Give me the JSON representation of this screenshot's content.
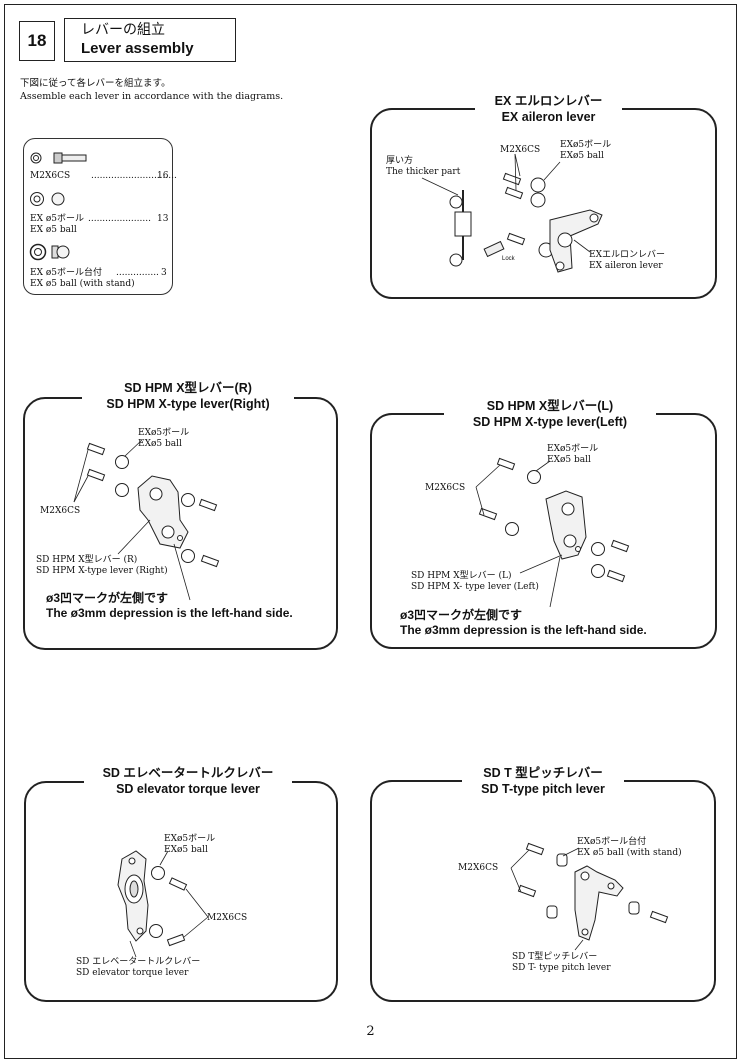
{
  "header": {
    "step_number": "18",
    "title_jp": "レバーの組立",
    "title_en": "Lever assembly"
  },
  "intro": {
    "jp": "下図に従って各レバーを組立ます。",
    "en": "Assemble each lever in accordance with the diagrams."
  },
  "parts": [
    {
      "name": "M2X6CS",
      "qty": "16"
    },
    {
      "name_jp": "EX ø5ボール",
      "name_en": "EX ø5 ball",
      "qty": "13"
    },
    {
      "name_jp": "EX ø5ボール台付",
      "name_en": "EX ø5 ball (with stand)",
      "qty": "3"
    }
  ],
  "panels": {
    "aileron": {
      "title_jp": "EX エルロンレバー",
      "title_en": "EX aileron lever",
      "thick_jp": "厚い方",
      "thick_en": "The thicker part",
      "screw": "M2X6CS",
      "ball_jp": "EXø5ボール",
      "ball_en": "EXø5 ball",
      "lock": "Lock",
      "lever_jp": "EXエルロンレバー",
      "lever_en": "EX aileron lever"
    },
    "x_right": {
      "title_jp": "SD HPM X型レバー(R)",
      "title_en": "SD HPM X-type lever(Right)",
      "ball_jp": "EXø5ボール",
      "ball_en": "EXø5 ball",
      "screw": "M2X6CS",
      "lever_jp": "SD HPM X型レバー (R)",
      "lever_en": "SD HPM X-type lever (Right)",
      "note_jp": "ø3凹マークが左側です",
      "note_en": "The ø3mm depression is the left-hand side."
    },
    "x_left": {
      "title_jp": "SD HPM X型レバー(L)",
      "title_en": "SD HPM X-type lever(Left)",
      "ball_jp": "EXø5ボール",
      "ball_en": "EXø5 ball",
      "screw": "M2X6CS",
      "lever_jp": "SD HPM X型レバー (L)",
      "lever_en": "SD HPM X- type lever (Left)",
      "note_jp": "ø3凹マークが左側です",
      "note_en": "The ø3mm depression is the left-hand side."
    },
    "elevator": {
      "title_jp": "SD エレベータートルクレバー",
      "title_en": "SD elevator torque lever",
      "ball_jp": "EXø5ボール",
      "ball_en": "EXø5 ball",
      "screw": "M2X6CS",
      "lever_jp": "SD エレベータートルクレバー",
      "lever_en": "SD elevator torque lever"
    },
    "pitch": {
      "title_jp": "SD T 型ピッチレバー",
      "title_en": "SD T-type pitch lever",
      "ball_jp": "EXø5ボール台付",
      "ball_en": "EX ø5 ball (with stand)",
      "screw": "M2X6CS",
      "lever_jp": "SD T型ピッチレバー",
      "lever_en": "SD T- type pitch lever"
    }
  },
  "page_number": "2"
}
